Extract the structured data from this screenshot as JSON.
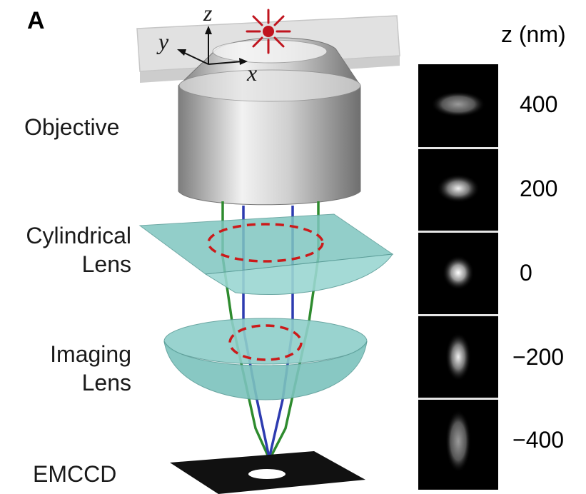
{
  "panel_label": "A",
  "axes": {
    "x": "x",
    "y": "y",
    "z": "z"
  },
  "components": {
    "objective": "Objective",
    "cylindrical_lens_line1": "Cylindrical",
    "cylindrical_lens_line2": "Lens",
    "imaging_lens_line1": "Imaging",
    "imaging_lens_line2": "Lens",
    "detector": "EMCCD"
  },
  "z_axis_title": "z (nm)",
  "z_values": [
    "400",
    "200",
    "0",
    "−200",
    "−400"
  ],
  "colors": {
    "emitter": "#c0141e",
    "beam_green": "#2e8b2e",
    "beam_blue": "#2d3bb0",
    "lens": "#8fd0cc",
    "focus_circle": "#cc1a1a"
  }
}
